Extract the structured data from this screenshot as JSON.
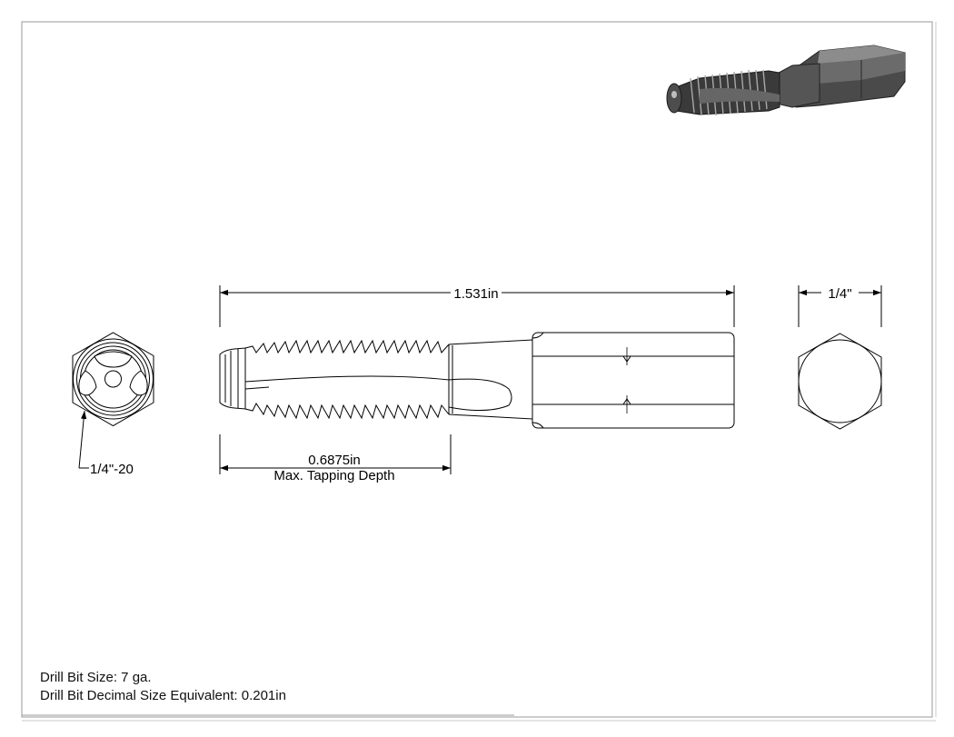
{
  "dimensions": {
    "overall_length": "1.531in",
    "hex_size": "1/4\"",
    "tapping_depth_value": "0.6875in",
    "tapping_depth_label": "Max. Tapping Depth",
    "thread_callout": "1/4\"-20"
  },
  "notes": {
    "drill_bit_size": "Drill Bit Size: 7 ga.",
    "drill_bit_decimal": "Drill Bit Decimal Size Equivalent: 0.201in"
  },
  "colors": {
    "line": "#000000",
    "border": "#9a9a9a",
    "iso_dark": "#3a3a3a",
    "iso_mid": "#6a6a6a",
    "iso_light": "#a8a8a8"
  }
}
